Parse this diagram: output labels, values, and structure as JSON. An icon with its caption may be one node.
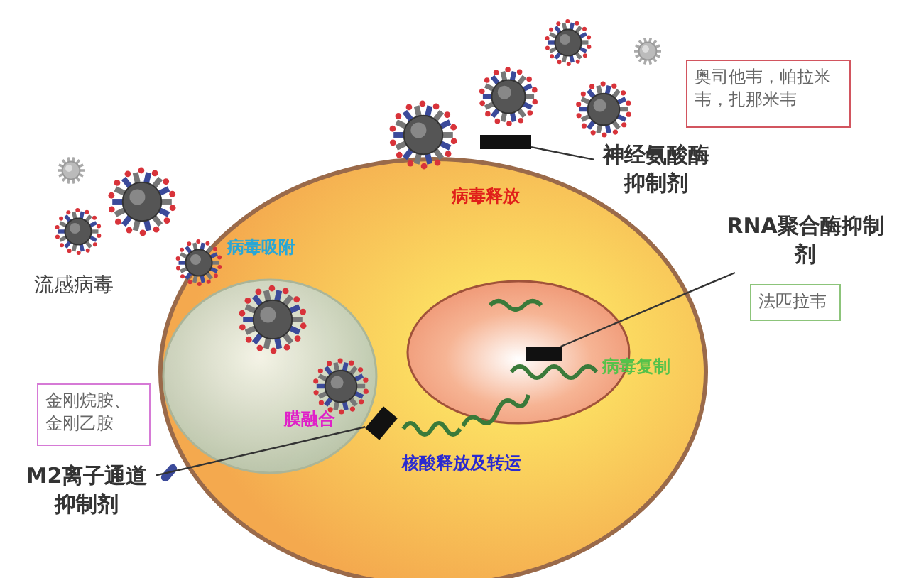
{
  "diagram": {
    "nodes": [
      {
        "text": [
          "奥司他韦，帕拉米韦，扎那米韦"
        ]
      },
      {
        "text": [
          "神经氨酸酶抑制剂"
        ]
      },
      {
        "text": [],
        "shape": "bar"
      },
      {
        "text": [
          "RNA聚合酶抑制剂"
        ]
      },
      {
        "text": [
          "法匹拉韦"
        ]
      },
      {
        "text": [],
        "shape": "bar"
      },
      {
        "text": [
          "金刚烷胺、金刚乙胺"
        ]
      },
      {
        "text": [
          "M2离子通道抑制剂"
        ]
      },
      {
        "text": [],
        "shape": "bar"
      }
    ],
    "edges": [
      {
        "from": 1,
        "to": 2,
        "arrow": "none"
      },
      {
        "from": 3,
        "to": 5,
        "arrow": "none"
      },
      {
        "from": 7,
        "to": 8,
        "arrow": "none"
      }
    ],
    "labels": [
      "病毒释放",
      "流感病毒",
      "病毒吸附",
      "病毒复制",
      "膜融合",
      "核酸释放及转运"
    ]
  }
}
